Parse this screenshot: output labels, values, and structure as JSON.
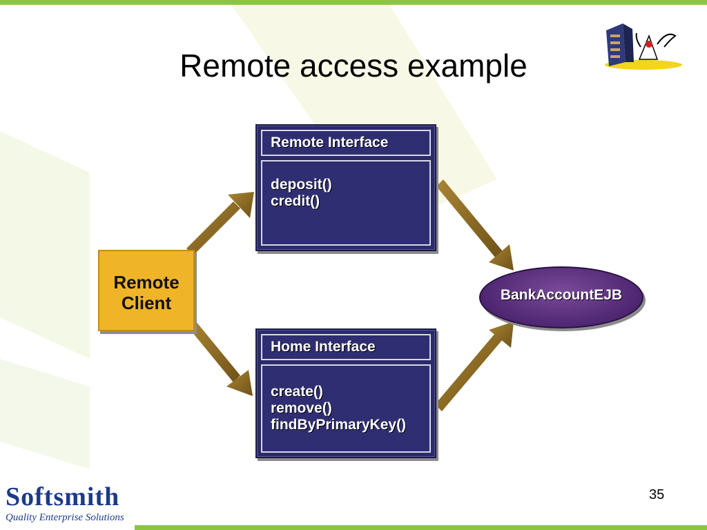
{
  "slide": {
    "title": "Remote access example",
    "page_number": "35"
  },
  "logo": {
    "brand": "Softsmith",
    "tagline": "Quality Enterprise Solutions"
  },
  "diagram": {
    "client": {
      "line1": "Remote",
      "line2": "Client"
    },
    "remote_interface": {
      "title": "Remote Interface",
      "methods": [
        "deposit()",
        "credit()"
      ]
    },
    "home_interface": {
      "title": "Home Interface",
      "methods": [
        "create()",
        "remove()",
        "findByPrimaryKey()"
      ]
    },
    "bean": {
      "label": "BankAccountEJB"
    }
  },
  "colors": {
    "accent_green": "#8cc63f",
    "box_navy": "#2b2a6b",
    "client_gold": "#f0b429",
    "bean_purple": "#4e2671",
    "arrow_brown": "#8a6a1e"
  }
}
